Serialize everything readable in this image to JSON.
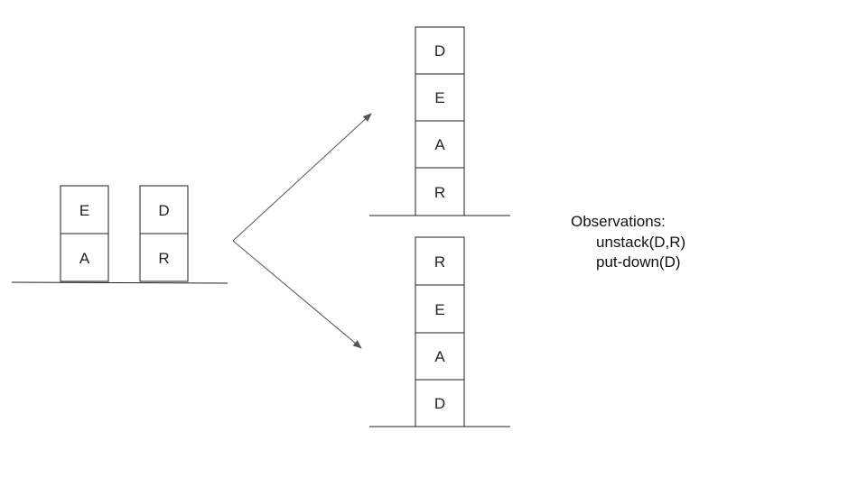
{
  "initial_state": {
    "stacks": [
      {
        "blocks_top_to_bottom": [
          "E",
          "A"
        ]
      },
      {
        "blocks_top_to_bottom": [
          "D",
          "R"
        ]
      }
    ]
  },
  "branches": [
    {
      "blocks_top_to_bottom": [
        "D",
        "E",
        "A",
        "R"
      ]
    },
    {
      "blocks_top_to_bottom": [
        "R",
        "E",
        "A",
        "D"
      ]
    }
  ],
  "observations": {
    "title": "Observations:",
    "actions": [
      "unstack(D,R)",
      "put-down(D)"
    ]
  },
  "colors": {
    "stroke": "#222222",
    "arrow": "#555555",
    "background": "#ffffff"
  }
}
